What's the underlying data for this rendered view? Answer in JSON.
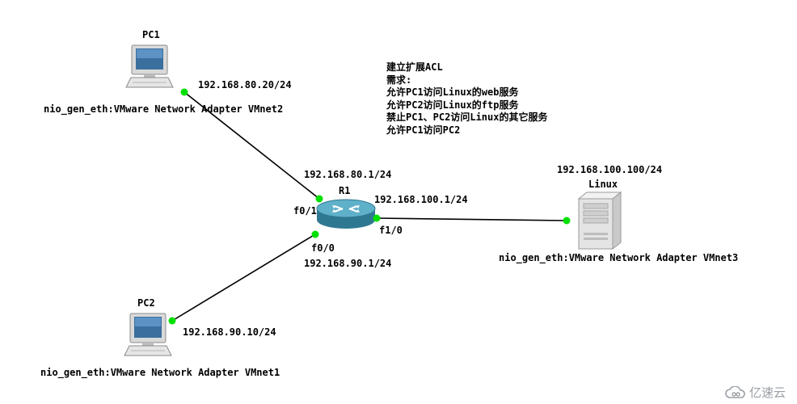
{
  "note": {
    "lines": [
      "建立扩展ACL",
      "需求:",
      "允许PC1访问Linux的web服务",
      "允许PC2访问Linux的ftp服务",
      "禁止PC1、PC2访问Linux的其它服务",
      "允许PC1访问PC2"
    ]
  },
  "nodes": {
    "pc1": {
      "name": "PC1",
      "ip": "192.168.80.20/24",
      "nio": "nio_gen_eth:VMware Network Adapter VMnet2"
    },
    "pc2": {
      "name": "PC2",
      "ip": "192.168.90.10/24",
      "nio": "nio_gen_eth:VMware Network Adapter VMnet1"
    },
    "r1": {
      "name": "R1",
      "if_f01": "f0/1",
      "ip_f01": "192.168.80.1/24",
      "if_f00": "f0/0",
      "ip_f00": "192.168.90.1/24",
      "if_f10": "f1/0",
      "ip_f10": "192.168.100.1/24"
    },
    "linux": {
      "name": "Linux",
      "ip": "192.168.100.100/24",
      "nio": "nio_gen_eth:VMware Network Adapter VMnet3"
    }
  },
  "colors": {
    "link": "#000000",
    "port": "#00e000",
    "router": "#3d8ea8"
  },
  "watermark": {
    "text": "亿速云",
    "icon": "cloud-logo-icon"
  }
}
